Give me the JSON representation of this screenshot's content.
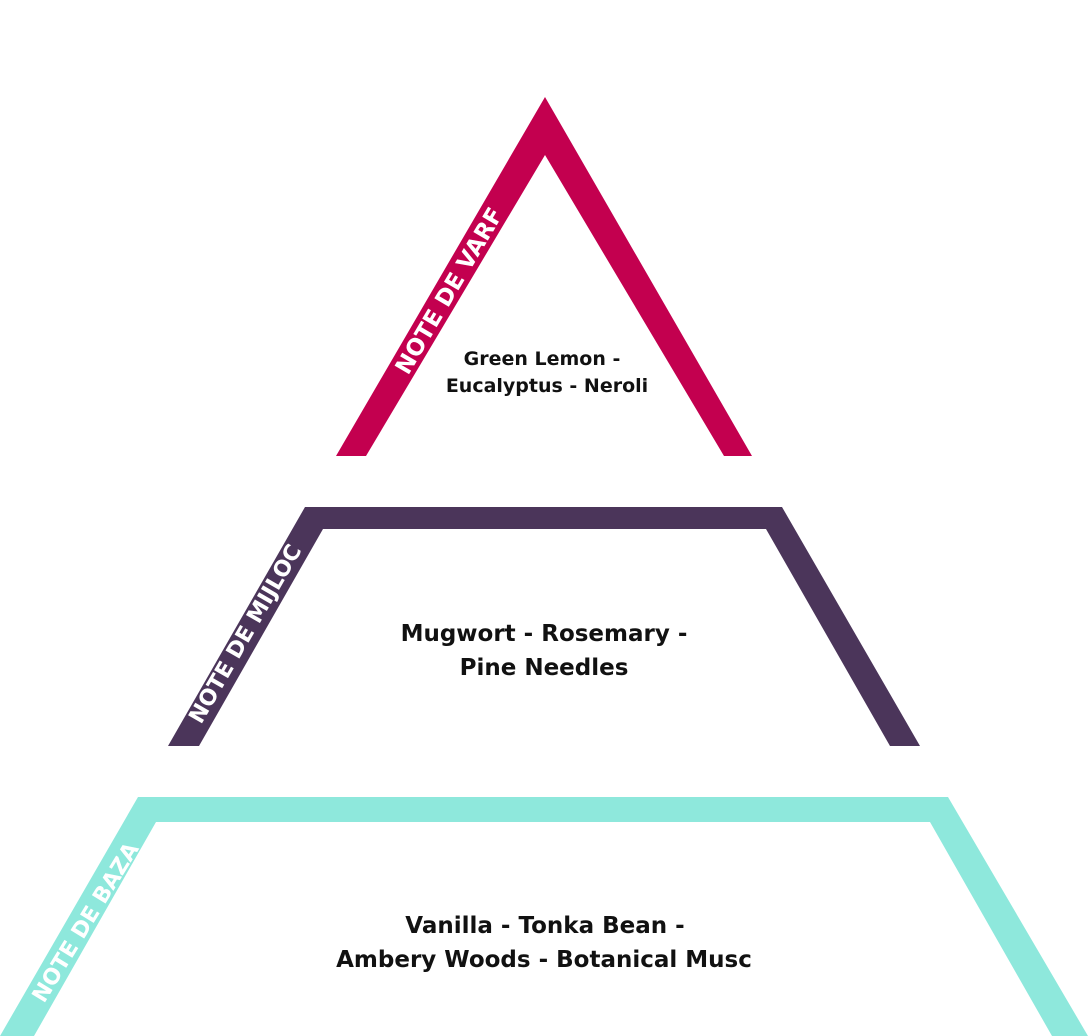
{
  "tiers": [
    {
      "id": "top",
      "label": "NOTE DE VARF",
      "color": "#c3004f",
      "notes_line1": "Green Lemon -",
      "notes_line2": "Eucalyptus - Neroli"
    },
    {
      "id": "middle",
      "label": "NOTE DE MIJLOC",
      "color": "#4b355a",
      "notes_line1": "Mugwort - Rosemary -",
      "notes_line2": "Pine Needles"
    },
    {
      "id": "base",
      "label": "NOTE DE BAZA",
      "color": "#8ee8dc",
      "notes_line1": "Vanilla - Tonka Bean -",
      "notes_line2": "Ambery Woods - Botanical Musc"
    }
  ]
}
